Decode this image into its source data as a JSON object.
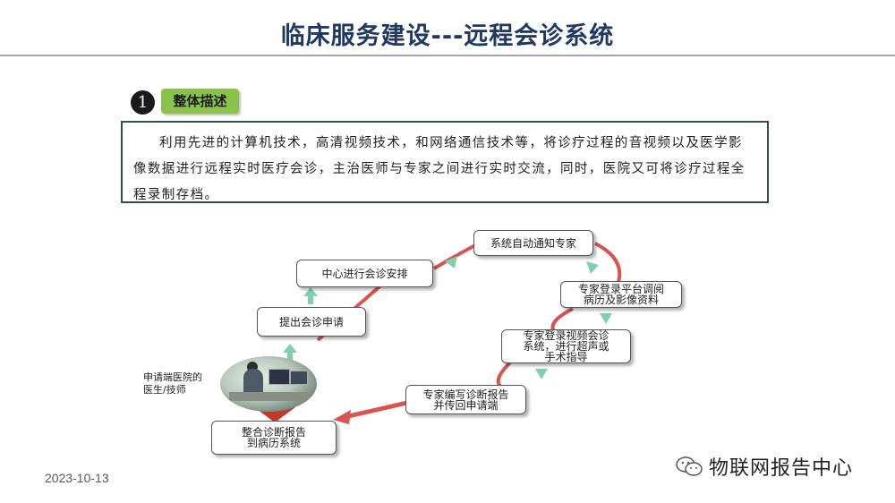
{
  "title": "临床服务建设---远程会诊系统",
  "section": {
    "number": "1",
    "label": "整体描述"
  },
  "description": "利用先进的计算机技术，高清视频技术，和网络通信技术等，将诊疗过程的音视频以及医学影像数据进行远程实时医疗会诊，主治医师与专家之间进行实时交流，同时，医院又可将诊疗过程全程录制存档。",
  "flow": {
    "requester_caption": "申请端医院的\n医生/技师",
    "steps": [
      "提出会诊申请",
      "中心进行会诊安排",
      "系统自动通知专家",
      "专家登录平台调阅\n病历及影像资料",
      "专家登录视频会诊\n系统，进行超声或\n手术指导",
      "专家编写诊断报告\n并传回申请端",
      "整合诊断报告\n到病历系统"
    ]
  },
  "footer": {
    "date": "2023-10-13",
    "watermark": "物联网报告中心"
  },
  "colors": {
    "title": "#1f3864",
    "section_label": "#8bc34a",
    "arrow_green": "#7fd1ae",
    "arrow_red": "#d9534f"
  }
}
